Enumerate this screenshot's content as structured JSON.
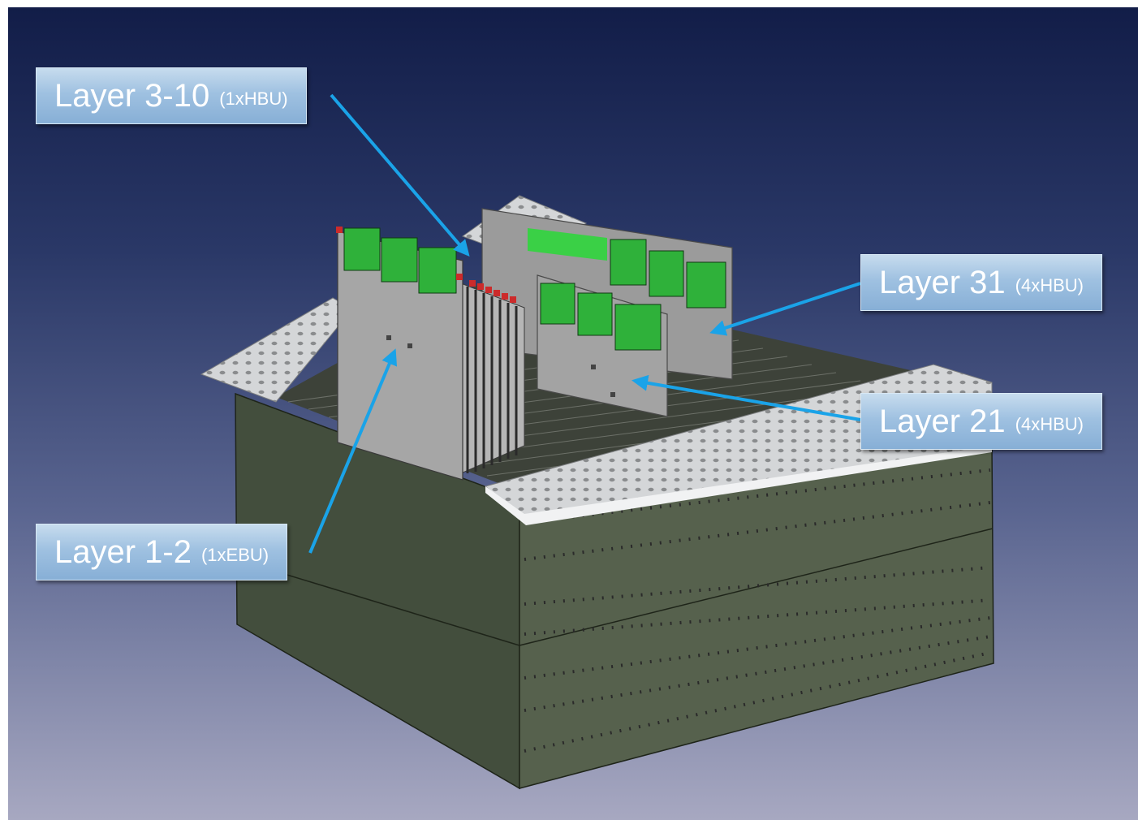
{
  "labels": {
    "layer_3_10": {
      "main": "Layer 3-10",
      "sub": "(1xHBU)"
    },
    "layer_31": {
      "main": "Layer 31",
      "sub": "(4xHBU)"
    },
    "layer_21": {
      "main": "Layer 21",
      "sub": "(4xHBU)"
    },
    "layer_1_2": {
      "main": "Layer 1-2",
      "sub": "(1xEBU)"
    }
  },
  "colors": {
    "background_top": "#121d48",
    "background_bottom": "#a7a8c1",
    "arrow": "#1aa3e8",
    "box_front": "#4f5a47",
    "box_side": "#3f4939",
    "plate": "#d2d4d6",
    "board_green": "#2fb13a",
    "panel_gray": "#9a9a9a"
  }
}
